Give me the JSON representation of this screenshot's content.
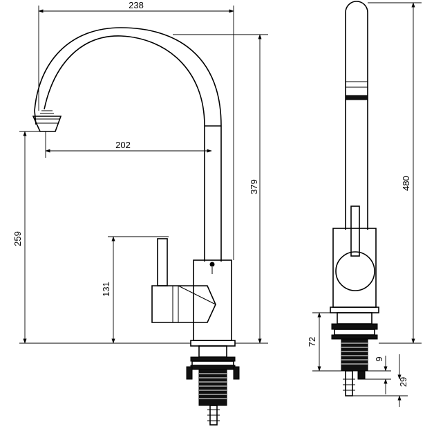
{
  "diagram": {
    "dimensions": {
      "overall_reach": "238",
      "spout_reach": "202",
      "spout_height": "259",
      "handle_height": "131",
      "body_height": "379",
      "total_height": "480",
      "shank_length": "72",
      "nut_height": "9",
      "inlet_length": "29"
    }
  }
}
